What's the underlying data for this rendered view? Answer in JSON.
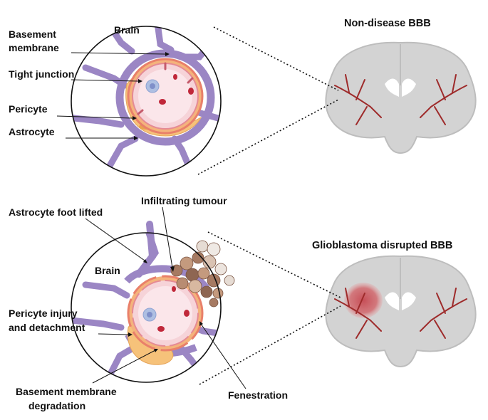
{
  "panels": [
    {
      "title": "Non-disease BBB",
      "brain_label": "Brain",
      "labels": {
        "basement_membrane": [
          "Basement",
          "membrane"
        ],
        "tight_junction": "Tight junction",
        "pericyte": "Pericyte",
        "astrocyte": "Astrocyte"
      }
    },
    {
      "title": "Glioblastoma disrupted BBB",
      "brain_label": "Brain",
      "labels": {
        "infiltrating_tumour": "Infiltrating tumour",
        "astrocyte_foot_lifted": "Astrocyte foot lifted",
        "pericyte_injury": [
          "Pericyte injury",
          "and detachment"
        ],
        "basement_membrane_degradation": [
          "Basement membrane",
          "degradation"
        ],
        "fenestration": "Fenestration"
      }
    }
  ],
  "colors": {
    "astrocyte": "#9b86c4",
    "pericyte": "#f6c27a",
    "basement_membrane": "#e9806a",
    "endothelium": "#f6d3d8",
    "lumen": "#fbe6ea",
    "red_blood_cell": "#c0283a",
    "white_blood_cell": "#aebfe2",
    "tumour": "#a67a62",
    "brain_tissue": "#d3d3d3",
    "vessel": "#9e2b2b"
  }
}
